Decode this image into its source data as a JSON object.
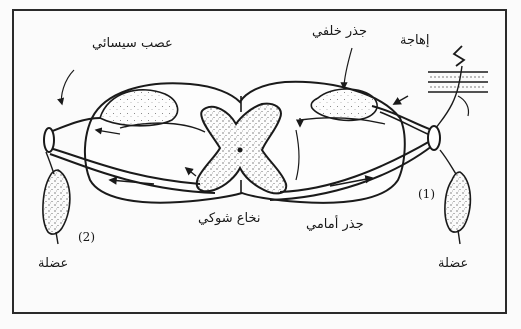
{
  "labels": {
    "spinal_nerve": "عصب سيسائي",
    "dorsal_root": "جذر خلفي",
    "stimulus": "إهاجة",
    "ventral_root": "جذر أمامي",
    "spinal_cord": "نخاع شوكي",
    "muscle_left": "عضلة",
    "muscle_right": "عضلة",
    "marker_left": "(2)",
    "marker_right": "(1)"
  }
}
